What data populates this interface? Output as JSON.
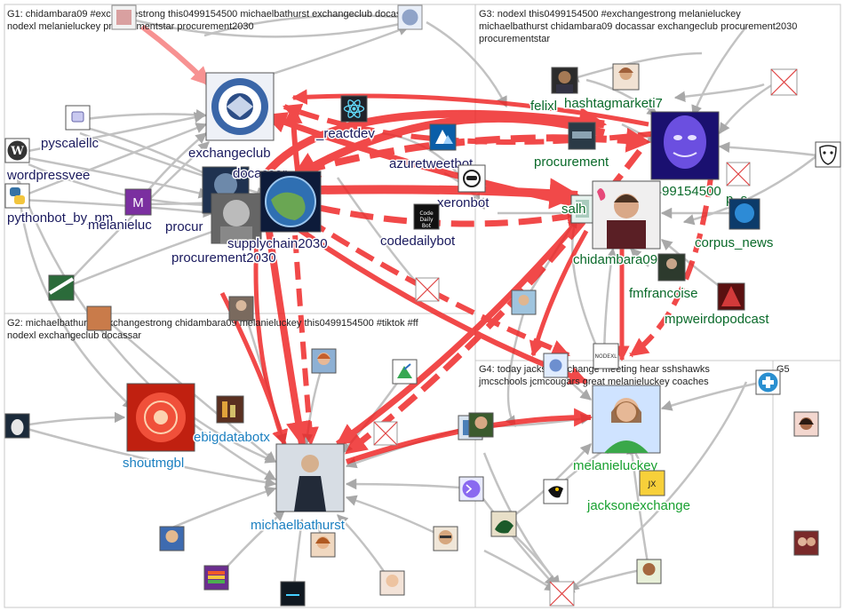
{
  "groups": [
    {
      "id": "G1",
      "title": "G1: chidambara09 #exchangestrong this0499154500 michaelbathurst exchangeclub docassar",
      "title2": "nodexl melanieluckey procurementstar procurement2030"
    },
    {
      "id": "G2",
      "title": "G2: michaelbathurst #exchangestrong chidambara09 melanieluckey this0499154500 #tiktok #ff",
      "title2": "nodexl exchangeclub docassar"
    },
    {
      "id": "G3",
      "title": "G3: nodexl this0499154500 #exchangestrong melanieluckey",
      "title2": "michaelbathurst chidambara09 docassar exchangeclub procurement2030",
      "title3": "procurementstar"
    },
    {
      "id": "G4",
      "title": "G4: today jacksonexchange meeting hear sshshawks",
      "title2": "jmcschools jcmcougars great melanieluckey coaches"
    },
    {
      "id": "G5",
      "title": "G5"
    }
  ],
  "nodes": {
    "exchangeclub": "exchangeclub",
    "pyscalellc": "pyscalellc",
    "wordpressvee": "wordpressvee",
    "pythonbot": "pythonbot_by_pm",
    "melanieluc_g1": "melanieluc",
    "procur": "procur",
    "supplychain2030": "supplychain2030",
    "procurement2030": "procurement2030",
    "reactdev": "_reactdev",
    "azuretweetbot": "azuretweetbot",
    "xeronbot": "xeronbot",
    "codedailybot": "codedailybot",
    "docassar": "docassar",
    "felixl": "felixl",
    "hashtagmarketi7": "hashtagmarketi7",
    "procurement": "procurement",
    "this0499154500": "this0499154500",
    "salh": "salh",
    "chidambara09": "chidambara09",
    "corpus_news": "corpus_news",
    "fmfrancoise": "fmfrancoise",
    "mpweirdopodcast": "mpweirdopodcast",
    "shoutmgbl": "shoutmgbl",
    "ebigdatabotx": "ebigdatabotx",
    "michaelbathurst": "michaelbathurst",
    "melanieluckey": "melanieluckey",
    "jacksonexchange": "jacksonexchange",
    "p_s": "p_s"
  },
  "icons": {
    "wordpress": "wordpress-logo-icon",
    "python": "python-logo-icon",
    "react": "react-logo-icon",
    "azure": "azure-logo-icon",
    "robot": "robot-icon",
    "broken": "broken-image-icon",
    "medical": "medical-cross-icon",
    "mask": "mask-icon",
    "hawkeye": "hawkeye-logo-icon",
    "cougar": "cougar-logo-icon",
    "terminal": "terminal-icon"
  },
  "colors": {
    "edge_red": "#ee2222",
    "edge_gray": "#b5b5b5",
    "g1": "#1a1a5e",
    "g2": "#1a7fc0",
    "g3": "#0a6a2a",
    "g4": "#18a030"
  }
}
